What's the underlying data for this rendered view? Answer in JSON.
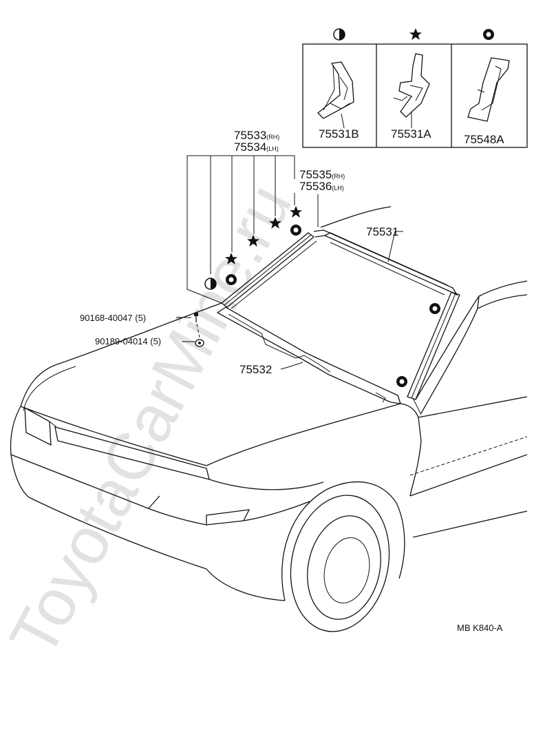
{
  "watermark": "ToyotaCarMine.ru",
  "legend": [
    {
      "symbol": "half-circle",
      "part": "75531B"
    },
    {
      "symbol": "star",
      "part": "75531A"
    },
    {
      "symbol": "ring",
      "part": "75548A"
    }
  ],
  "callouts": {
    "p75533": {
      "num": "75533",
      "side": "(RH)"
    },
    "p75534": {
      "num": "75534",
      "side": "(LH)"
    },
    "p75535": {
      "num": "75535",
      "side": "(RH)"
    },
    "p75536": {
      "num": "75536",
      "side": "(LH)"
    },
    "p75531": "75531",
    "p75532": "75532",
    "screw": "90168-40047 (5)",
    "clip": "90189-04014 (5)"
  },
  "diagram_code": "MB  K840-A"
}
